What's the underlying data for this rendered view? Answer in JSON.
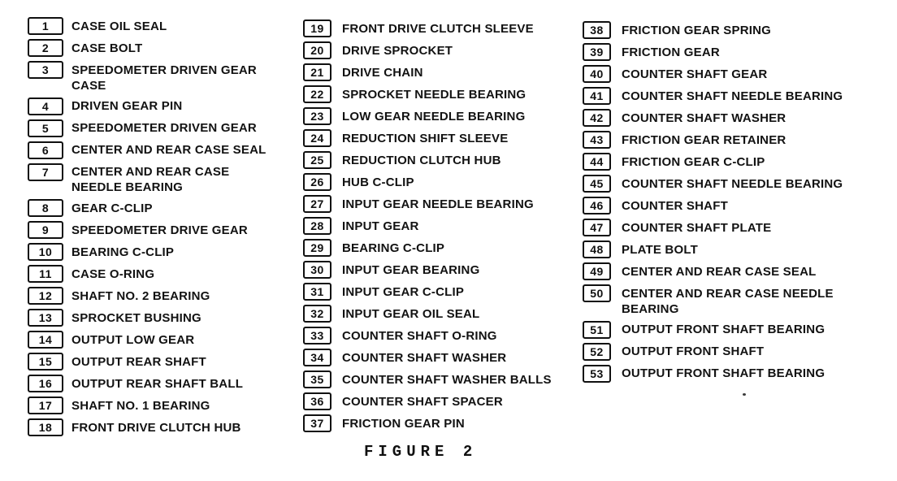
{
  "page": {
    "background_color": "#ffffff",
    "ink_color": "#121212"
  },
  "figure_caption": "FIGURE 2",
  "legend": {
    "columns": [
      {
        "items": [
          {
            "num": "1",
            "label": "CASE OIL SEAL"
          },
          {
            "num": "2",
            "label": "CASE BOLT"
          },
          {
            "num": "3",
            "label": "SPEEDOMETER DRIVEN GEAR CASE"
          },
          {
            "num": "4",
            "label": "DRIVEN GEAR PIN"
          },
          {
            "num": "5",
            "label": "SPEEDOMETER DRIVEN GEAR"
          },
          {
            "num": "6",
            "label": "CENTER AND REAR CASE SEAL"
          },
          {
            "num": "7",
            "label": "CENTER AND REAR CASE NEEDLE BEARING"
          },
          {
            "num": "8",
            "label": "GEAR C-CLIP"
          },
          {
            "num": "9",
            "label": "SPEEDOMETER DRIVE GEAR"
          },
          {
            "num": "10",
            "label": "BEARING C-CLIP"
          },
          {
            "num": "11",
            "label": "CASE O-RING"
          },
          {
            "num": "12",
            "label": "SHAFT NO. 2 BEARING"
          },
          {
            "num": "13",
            "label": "SPROCKET BUSHING"
          },
          {
            "num": "14",
            "label": "OUTPUT LOW GEAR"
          },
          {
            "num": "15",
            "label": "OUTPUT REAR SHAFT"
          },
          {
            "num": "16",
            "label": "OUTPUT REAR SHAFT BALL"
          },
          {
            "num": "17",
            "label": "SHAFT NO. 1 BEARING"
          },
          {
            "num": "18",
            "label": "FRONT DRIVE CLUTCH HUB"
          }
        ]
      },
      {
        "items": [
          {
            "num": "19",
            "label": "FRONT DRIVE CLUTCH SLEEVE"
          },
          {
            "num": "20",
            "label": "DRIVE SPROCKET"
          },
          {
            "num": "21",
            "label": "DRIVE CHAIN"
          },
          {
            "num": "22",
            "label": "SPROCKET NEEDLE BEARING"
          },
          {
            "num": "23",
            "label": "LOW GEAR NEEDLE BEARING"
          },
          {
            "num": "24",
            "label": "REDUCTION SHIFT SLEEVE"
          },
          {
            "num": "25",
            "label": "REDUCTION CLUTCH HUB"
          },
          {
            "num": "26",
            "label": "HUB C-CLIP"
          },
          {
            "num": "27",
            "label": "INPUT GEAR NEEDLE BEARING"
          },
          {
            "num": "28",
            "label": "INPUT GEAR"
          },
          {
            "num": "29",
            "label": "BEARING C-CLIP"
          },
          {
            "num": "30",
            "label": "INPUT GEAR BEARING"
          },
          {
            "num": "31",
            "label": "INPUT GEAR C-CLIP"
          },
          {
            "num": "32",
            "label": "INPUT GEAR OIL SEAL"
          },
          {
            "num": "33",
            "label": "COUNTER SHAFT O-RING"
          },
          {
            "num": "34",
            "label": "COUNTER SHAFT WASHER"
          },
          {
            "num": "35",
            "label": "COUNTER SHAFT WASHER BALLS"
          },
          {
            "num": "36",
            "label": "COUNTER SHAFT SPACER"
          },
          {
            "num": "37",
            "label": "FRICTION GEAR PIN"
          }
        ]
      },
      {
        "items": [
          {
            "num": "38",
            "label": "FRICTION GEAR SPRING"
          },
          {
            "num": "39",
            "label": "FRICTION GEAR"
          },
          {
            "num": "40",
            "label": "COUNTER SHAFT GEAR"
          },
          {
            "num": "41",
            "label": "COUNTER SHAFT NEEDLE BEARING"
          },
          {
            "num": "42",
            "label": "COUNTER SHAFT WASHER"
          },
          {
            "num": "43",
            "label": "FRICTION GEAR RETAINER"
          },
          {
            "num": "44",
            "label": "FRICTION GEAR C-CLIP"
          },
          {
            "num": "45",
            "label": "COUNTER SHAFT NEEDLE BEARING"
          },
          {
            "num": "46",
            "label": "COUNTER SHAFT"
          },
          {
            "num": "47",
            "label": "COUNTER SHAFT PLATE"
          },
          {
            "num": "48",
            "label": "PLATE BOLT"
          },
          {
            "num": "49",
            "label": "CENTER AND REAR CASE SEAL"
          },
          {
            "num": "50",
            "label": "CENTER AND REAR CASE NEEDLE BEARING"
          },
          {
            "num": "51",
            "label": "OUTPUT FRONT SHAFT BEARING"
          },
          {
            "num": "52",
            "label": "OUTPUT FRONT SHAFT"
          },
          {
            "num": "53",
            "label": "OUTPUT FRONT SHAFT BEARING"
          }
        ]
      }
    ]
  }
}
